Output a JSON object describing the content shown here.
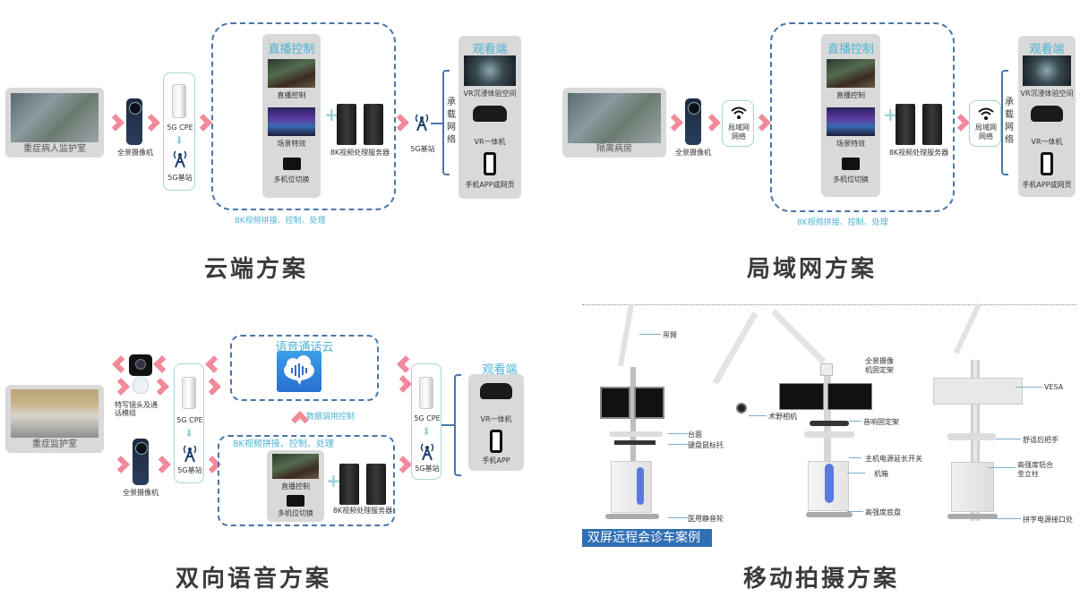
{
  "panels": {
    "cloud": {
      "title": "云端方案",
      "source_label": "重症病人监护室",
      "camera_label": "全景摄像机",
      "cpe_label": "5G CPE",
      "base_label": "5G基站",
      "control_header": "直播控制",
      "control_items": [
        "直播控制",
        "场景特效",
        "多机位切换"
      ],
      "server_label": "8K视频处理服务器",
      "processing_caption": "8K视频拼接、控制、处理",
      "tower_label": "5G基站",
      "network_label": [
        "承",
        "载",
        "网",
        "络"
      ],
      "viewer_header": "观看端",
      "viewer_items": [
        "VR沉浸体验空间",
        "VR一体机",
        "手机APP或网页"
      ]
    },
    "lan": {
      "title": "局域网方案",
      "source_label": "隔离病房",
      "camera_label": "全景摄像机",
      "lan_label_1": "局域网",
      "lan_label_2": "网络",
      "control_header": "直播控制",
      "control_items": [
        "直播控制",
        "场景特效",
        "多机位切换"
      ],
      "server_label": "8K视频处理服务器",
      "processing_caption": "8K视频拼接、控制、处理",
      "lan2_label_1": "局域网",
      "lan2_label_2": "网络",
      "network_label": [
        "承",
        "载",
        "网",
        "络"
      ],
      "viewer_header": "观看端",
      "viewer_items": [
        "VR沉浸体验空间",
        "VR一体机",
        "手机APP或网页"
      ]
    },
    "voice": {
      "title": "双向语音方案",
      "source_label": "重症监护室",
      "speaker_cam_label_1": "特写镜头及通",
      "speaker_cam_label_2": "话模组",
      "camera_label": "全景摄像机",
      "cpe_label": "5G CPE",
      "base_label": "5G基站",
      "voice_cloud_label": "语音通话云",
      "data_call_label": "数据调用控制",
      "processing_caption": "8K视频拼接、控制、处理",
      "control_items": [
        "直播控制",
        "多机位切换"
      ],
      "server_label": "8K视频处理服务器",
      "cpe2_label": "5G CPE",
      "base2_label": "5G基站",
      "viewer_header": "观看端",
      "viewer_items": [
        "VR一体机",
        "手机APP"
      ]
    },
    "mobile": {
      "title": "移动拍摄方案",
      "banner": "双屏远程会诊车案例",
      "cart1_labels": [
        "吊臂",
        "台面",
        "键盘鼠标托",
        "医用静音轮"
      ],
      "cart2_labels": [
        "全景摄像",
        "机固定架",
        "术野相机",
        "音响固定架",
        "主机电源延长开关",
        "机箱",
        "高强度底盘"
      ],
      "cart3_labels": [
        "VESA",
        "舒适后把手",
        "高强度铝合",
        "金立柱",
        "拼字电源接口处"
      ]
    }
  },
  "colors": {
    "teal": "#4db3d4",
    "dashed_blue": "#4a76a8",
    "arrow_pink": "#f08a9a",
    "banner_blue": "#2f6fb3",
    "box_gray": "#d9d9d9",
    "title_dark": "#3a3a3a"
  }
}
